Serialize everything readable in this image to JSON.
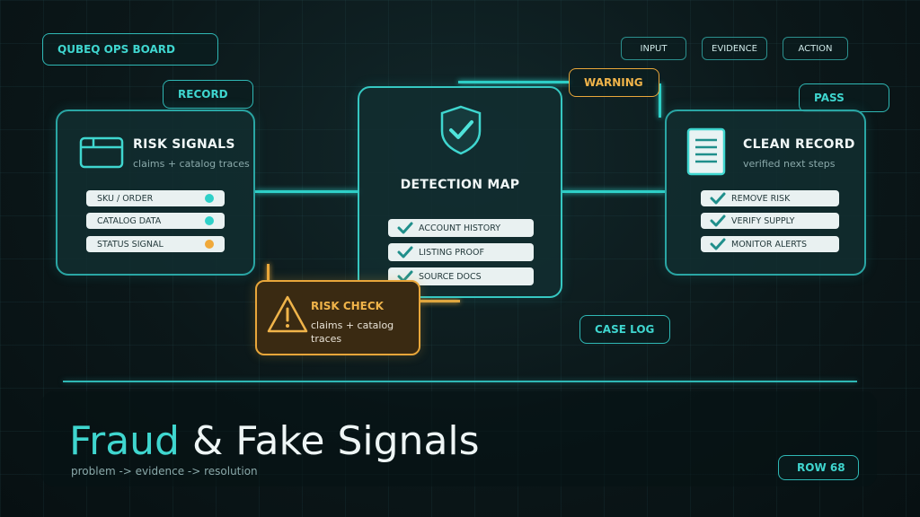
{
  "header": {
    "board_label": "QUBEQ OPS BOARD",
    "flow_tags": [
      "INPUT",
      "EVIDENCE",
      "ACTION"
    ]
  },
  "tags": {
    "record": "RECORD",
    "warning": "WARNING",
    "pass": "PASS",
    "case_log": "CASE LOG",
    "row": "ROW 68"
  },
  "left_card": {
    "title": "RISK SIGNALS",
    "subtitle": "claims + catalog traces",
    "icon": "window-icon",
    "rows": [
      {
        "label": "SKU / ORDER",
        "dot_color": "#2fd0c8"
      },
      {
        "label": "CATALOG DATA",
        "dot_color": "#2fd0c8"
      },
      {
        "label": "STATUS SIGNAL",
        "dot_color": "#f0a93a"
      }
    ]
  },
  "center_card": {
    "title": "DETECTION MAP",
    "icon": "shield-check-icon",
    "rows": [
      "ACCOUNT HISTORY",
      "LISTING PROOF",
      "SOURCE DOCS"
    ]
  },
  "right_card": {
    "title": "CLEAN RECORD",
    "subtitle": "verified next steps",
    "icon": "document-icon",
    "rows": [
      "REMOVE RISK",
      "VERIFY SUPPLY",
      "MONITOR ALERTS"
    ]
  },
  "risk_check": {
    "title": "RISK CHECK",
    "text": "claims + catalog traces",
    "icon": "warning-triangle-icon"
  },
  "footer": {
    "title_accent": "Fraud",
    "title_rest": " & Fake Signals",
    "subtitle": "problem -> evidence -> resolution"
  },
  "colors": {
    "accent": "#2fd0c8",
    "warning": "#e8a63a",
    "background": "#0b1719"
  }
}
